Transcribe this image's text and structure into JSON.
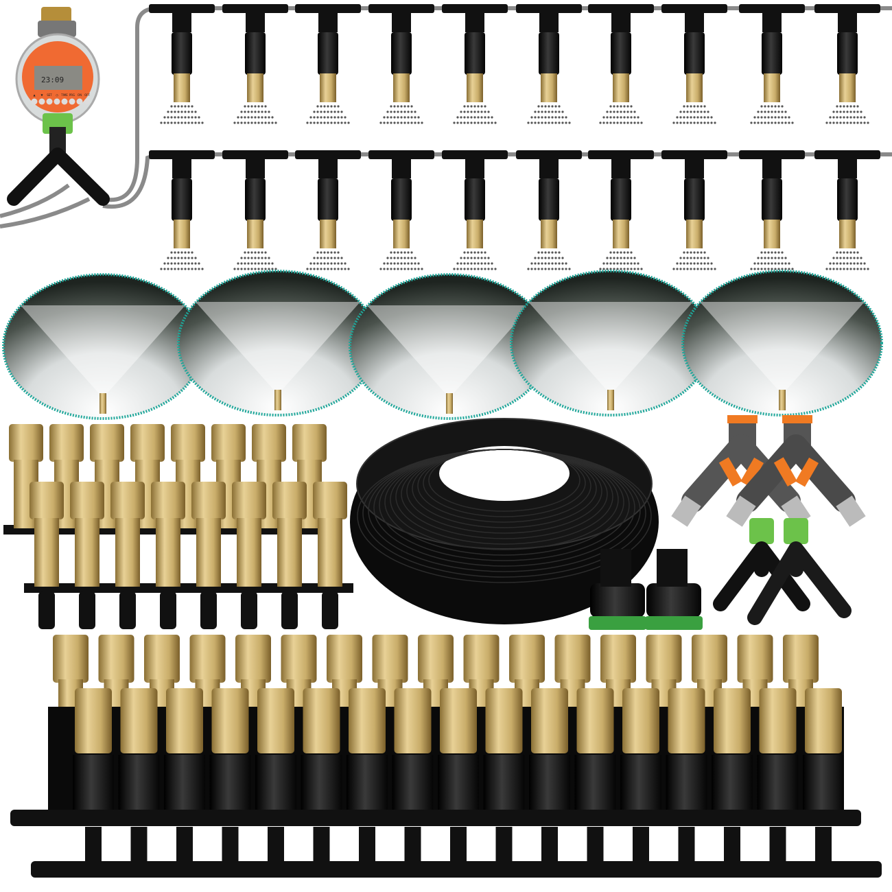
{
  "timer": {
    "display_time": "23:09",
    "buttons": [
      "▲",
      "▼",
      "SET",
      "◷",
      "TIME",
      "PRG",
      "ON",
      "OFF"
    ]
  },
  "colors": {
    "brass": "#c9ad6a",
    "brass_dark": "#8a6f34",
    "tube": "#111111",
    "timer_orange": "#f06a32",
    "valve_orange": "#f07a22",
    "connector_green": "#6cc24a",
    "photo_border": "#1fa79a",
    "hose_gray": "#8a8a8a"
  }
}
